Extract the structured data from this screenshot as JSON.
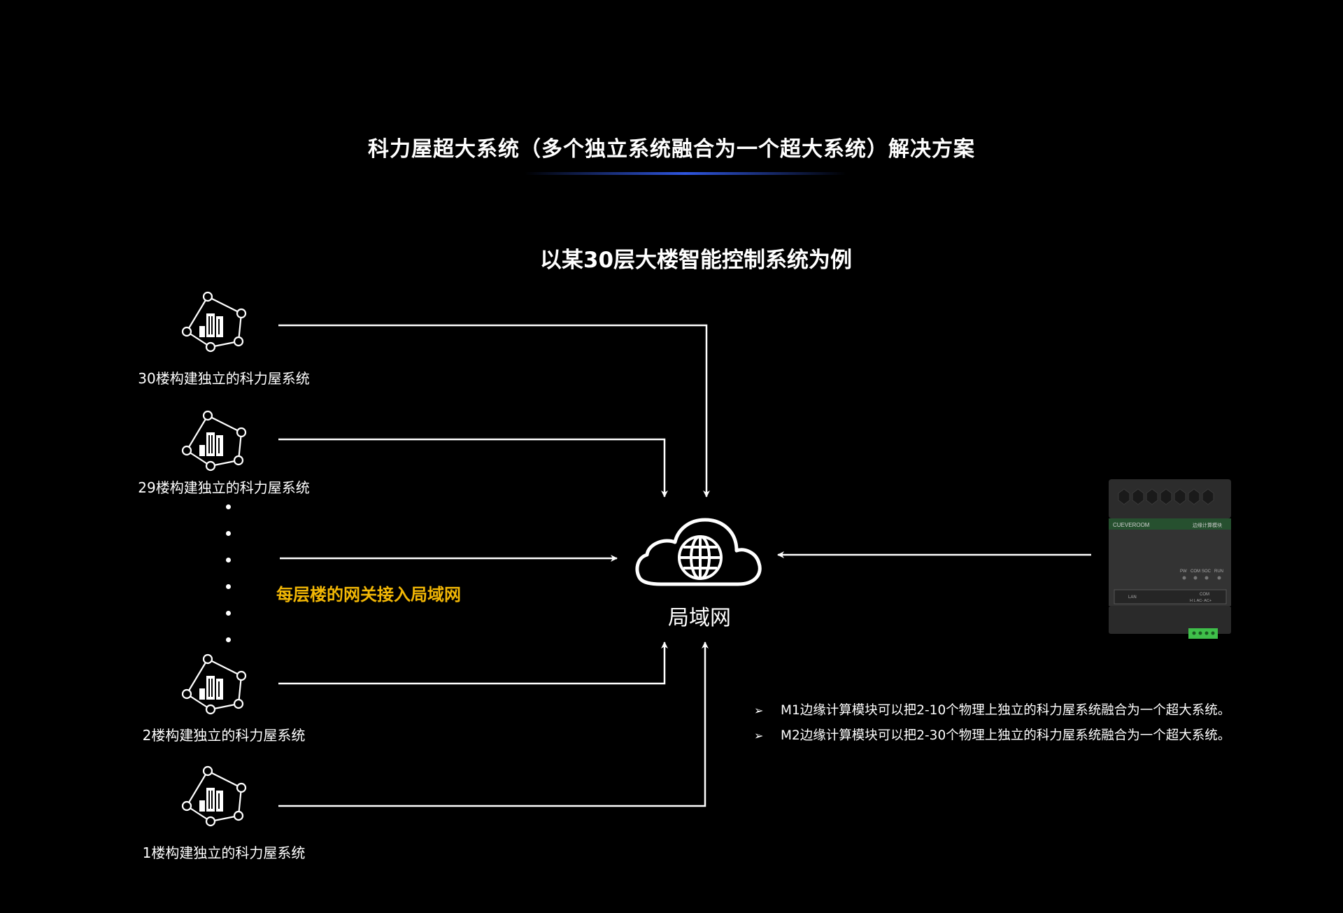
{
  "title": "科力屋超大系统（多个独立系统融合为一个超大系统）解决方案",
  "subtitle": "以某30层大楼智能控制系统为例",
  "floors": [
    {
      "label": "30楼构建独立的科力屋系统"
    },
    {
      "label": "29楼构建独立的科力屋系统"
    },
    {
      "label": "2楼构建独立的科力屋系统"
    },
    {
      "label": "1楼构建独立的科力屋系统"
    }
  ],
  "gateway_note": "每层楼的网关接入局域网",
  "lan": {
    "label": "局域网"
  },
  "device": {
    "brand": "CUEVEROOM",
    "module_name": "边缘计算模块",
    "indicators": [
      "PW",
      "COM",
      "SOC",
      "RUN"
    ],
    "port_lan": "LAN",
    "port_com": "COM",
    "port_pins": "H  L  AC-  AC+"
  },
  "bullets": [
    {
      "mark": "➢",
      "text": "M1边缘计算模块可以把2-10个物理上独立的科力屋系统融合为一个超大系统。"
    },
    {
      "mark": "➢",
      "text": "M2边缘计算模块可以把2-30个物理上独立的科力屋系统融合为一个超大系统。"
    }
  ],
  "colors": {
    "background": "#000000",
    "text": "#ffffff",
    "accent": "#f2b705",
    "underline": "#2f56e0",
    "terminal": "#3fbf4a"
  }
}
